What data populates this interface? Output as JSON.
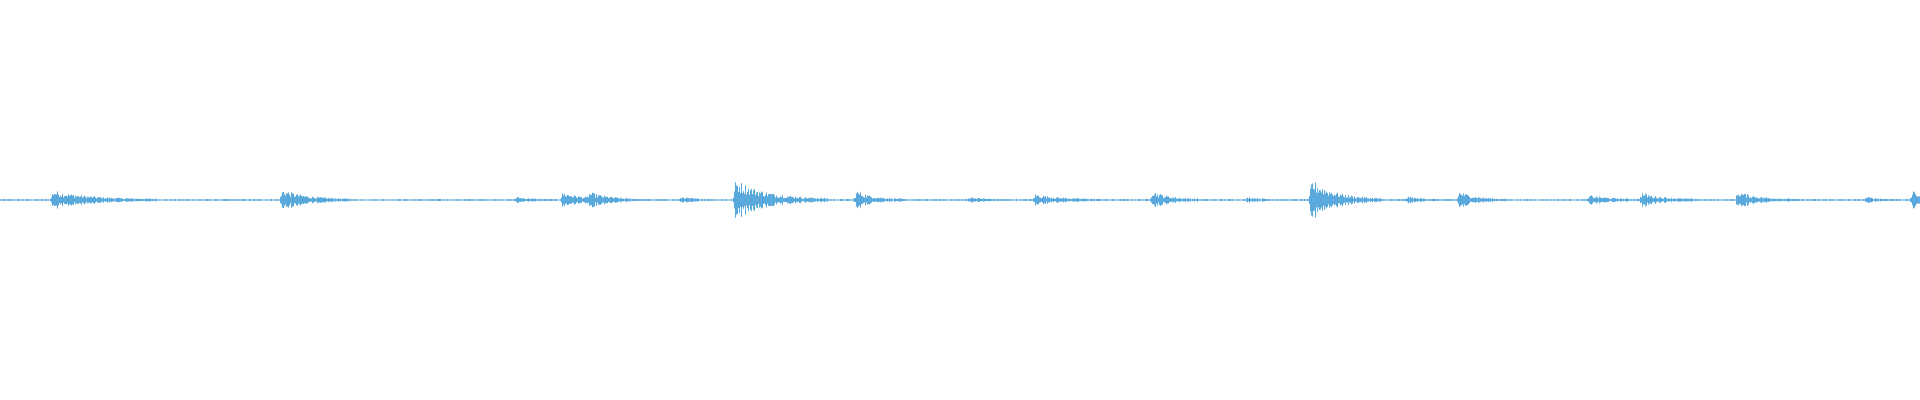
{
  "waveform": {
    "color": "#5aa9dd",
    "background": "#ffffff",
    "duration_fraction_events": [
      {
        "t": 0.0275,
        "amp": 0.022,
        "decay": 0.018
      },
      {
        "t": 0.147,
        "amp": 0.025,
        "decay": 0.012
      },
      {
        "t": 0.269,
        "amp": 0.006,
        "decay": 0.006
      },
      {
        "t": 0.293,
        "amp": 0.018,
        "decay": 0.01
      },
      {
        "t": 0.307,
        "amp": 0.014,
        "decay": 0.01
      },
      {
        "t": 0.355,
        "amp": 0.006,
        "decay": 0.006
      },
      {
        "t": 0.383,
        "amp": 0.05,
        "decay": 0.016
      },
      {
        "t": 0.446,
        "amp": 0.022,
        "decay": 0.008
      },
      {
        "t": 0.505,
        "amp": 0.006,
        "decay": 0.006
      },
      {
        "t": 0.539,
        "amp": 0.013,
        "decay": 0.012
      },
      {
        "t": 0.6,
        "amp": 0.022,
        "decay": 0.008
      },
      {
        "t": 0.65,
        "amp": 0.006,
        "decay": 0.006
      },
      {
        "t": 0.683,
        "amp": 0.05,
        "decay": 0.012
      },
      {
        "t": 0.733,
        "amp": 0.007,
        "decay": 0.006
      },
      {
        "t": 0.76,
        "amp": 0.02,
        "decay": 0.008
      },
      {
        "t": 0.828,
        "amp": 0.01,
        "decay": 0.01
      },
      {
        "t": 0.855,
        "amp": 0.016,
        "decay": 0.01
      },
      {
        "t": 0.905,
        "amp": 0.02,
        "decay": 0.01
      },
      {
        "t": 0.972,
        "amp": 0.006,
        "decay": 0.006
      },
      {
        "t": 0.996,
        "amp": 0.02,
        "decay": 0.008
      }
    ],
    "noise_floor": 0.0025,
    "center_level": 0.5
  }
}
